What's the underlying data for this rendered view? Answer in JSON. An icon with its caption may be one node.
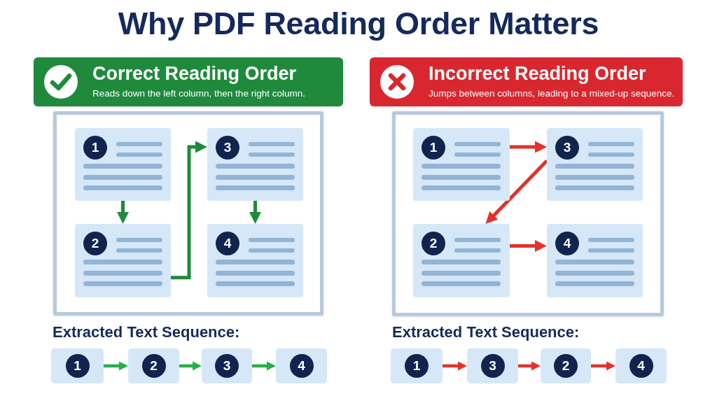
{
  "diagram": {
    "title": "Why PDF Reading Order Matters",
    "nodes": [
      {
        "text": [
          "Correct Reading Order",
          "Reads down the left column, then the right column."
        ]
      },
      {
        "text": [],
        "shape": "box"
      },
      {
        "text": [
          "1"
        ],
        "in": 1
      },
      {
        "text": [
          "3"
        ],
        "in": 1
      },
      {
        "text": [
          "2"
        ],
        "in": 1
      },
      {
        "text": [
          "4"
        ],
        "in": 1
      },
      {
        "text": [
          "1"
        ]
      },
      {
        "text": [
          "2"
        ]
      },
      {
        "text": [
          "3"
        ]
      },
      {
        "text": [
          "4"
        ]
      },
      {
        "text": [
          "Incorrect Reading Order",
          "Jumps between columns, leading to a mixed-up sequence."
        ]
      },
      {
        "text": [],
        "shape": "box"
      },
      {
        "text": [
          "1"
        ],
        "in": 11
      },
      {
        "text": [
          "3"
        ],
        "in": 11
      },
      {
        "text": [
          "2"
        ],
        "in": 11
      },
      {
        "text": [
          "4"
        ],
        "in": 11
      },
      {
        "text": [
          "1"
        ]
      },
      {
        "text": [
          "3"
        ]
      },
      {
        "text": [
          "2"
        ]
      },
      {
        "text": [
          "4"
        ]
      }
    ],
    "edges": [
      {
        "from": 2,
        "to": 4,
        "arrow": "to",
        "color": "#1e8a3c"
      },
      {
        "from": 4,
        "to": 3,
        "arrow": "to",
        "color": "#1e8a3c"
      },
      {
        "from": 3,
        "to": 5,
        "arrow": "to",
        "color": "#1e8a3c"
      },
      {
        "from": 6,
        "to": 7,
        "arrow": "to",
        "color": "#27ae4a"
      },
      {
        "from": 7,
        "to": 8,
        "arrow": "to",
        "color": "#27ae4a"
      },
      {
        "from": 8,
        "to": 9,
        "arrow": "to",
        "color": "#27ae4a"
      },
      {
        "from": 12,
        "to": 13,
        "arrow": "to",
        "color": "#e2322b"
      },
      {
        "from": 13,
        "to": 14,
        "arrow": "to",
        "color": "#e2322b"
      },
      {
        "from": 14,
        "to": 15,
        "arrow": "to",
        "color": "#e2322b"
      },
      {
        "from": 16,
        "to": 17,
        "arrow": "to",
        "color": "#e2322b"
      },
      {
        "from": 17,
        "to": 18,
        "arrow": "to",
        "color": "#e2322b"
      },
      {
        "from": 18,
        "to": 19,
        "arrow": "to",
        "color": "#e2322b"
      }
    ],
    "labels": [
      "Extracted Text Sequence:",
      "Extracted Text Sequence:"
    ]
  }
}
